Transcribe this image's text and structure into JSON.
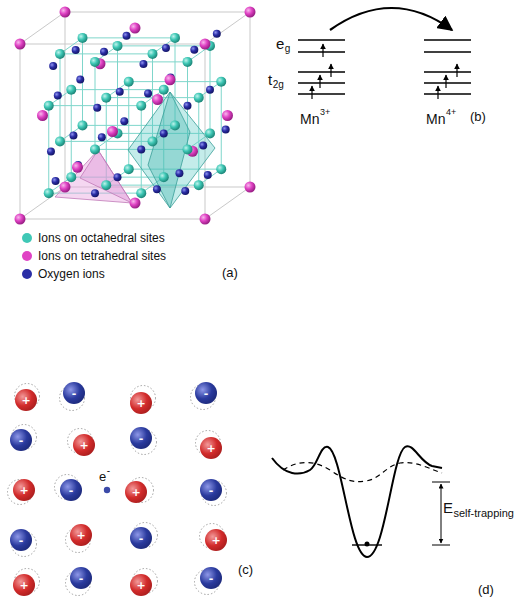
{
  "diagram": {
    "nodes": [
      {
        "text": [
          "+"
        ]
      },
      {
        "text": [
          "-"
        ]
      },
      {
        "text": [
          "+"
        ]
      },
      {
        "text": [
          "-"
        ]
      },
      {
        "text": [
          "-"
        ]
      },
      {
        "text": [
          "+"
        ]
      },
      {
        "text": [
          "-"
        ]
      },
      {
        "text": [
          "+"
        ]
      },
      {
        "text": [
          "+"
        ]
      },
      {
        "text": [
          "-"
        ]
      },
      {
        "text": [
          "+"
        ]
      },
      {
        "text": [
          "-"
        ]
      },
      {
        "text": [
          "-"
        ]
      },
      {
        "text": [
          "+"
        ]
      },
      {
        "text": [
          "-"
        ]
      },
      {
        "text": [
          "+"
        ]
      },
      {
        "text": [
          "+"
        ]
      },
      {
        "text": [
          "-"
        ]
      },
      {
        "text": [
          "+"
        ]
      },
      {
        "text": [
          "-"
        ]
      }
    ],
    "labels": [
      "(a)",
      "e",
      "g",
      "t",
      "2g",
      "Mn",
      "3+",
      "Mn",
      "4+",
      "(b)",
      "e",
      "-",
      "(c)",
      "E",
      "self-trapping",
      "(d)"
    ],
    "legend": [
      {
        "text": "Ions on octahedral sites",
        "color": "#3fc8b6"
      },
      {
        "text": "Ions on tetrahedral sites",
        "color": "#e042c4"
      },
      {
        "text": "Oxygen ions",
        "color": "#2b2ea6"
      }
    ]
  }
}
